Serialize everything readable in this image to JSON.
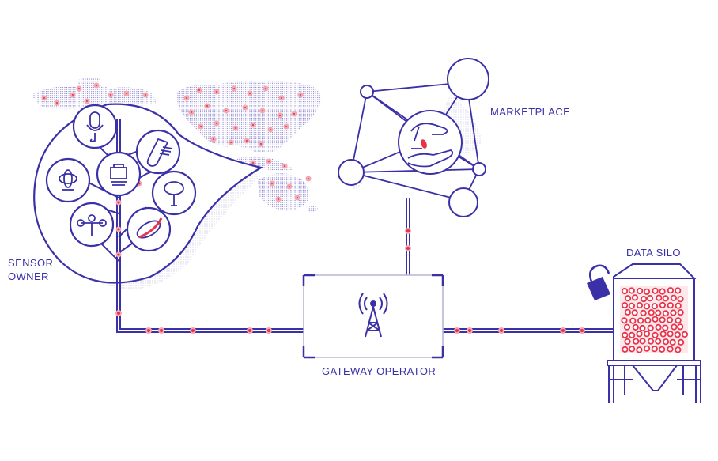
{
  "labels": {
    "sensor_owner": "SENSOR\nOWNER",
    "marketplace": "MARKETPLACE",
    "data_silo": "DATA SILO",
    "gateway_operator": "GATEWAY OPERATOR"
  },
  "colors": {
    "line": "#3a30a8",
    "accent": "#e8334a",
    "shade": "#b9b6d6",
    "background": "#ffffff"
  },
  "icons": {
    "sensors": [
      "microphone-icon",
      "thermometer-icon",
      "scale-icon",
      "gyroscope-icon",
      "light-sensor-icon",
      "anemometer-icon",
      "strain-sensor-icon"
    ],
    "gateway": "radio-tower-icon",
    "marketplace": "handshake-exchange-icon",
    "silo_lock": "unlocked-padlock-icon"
  }
}
